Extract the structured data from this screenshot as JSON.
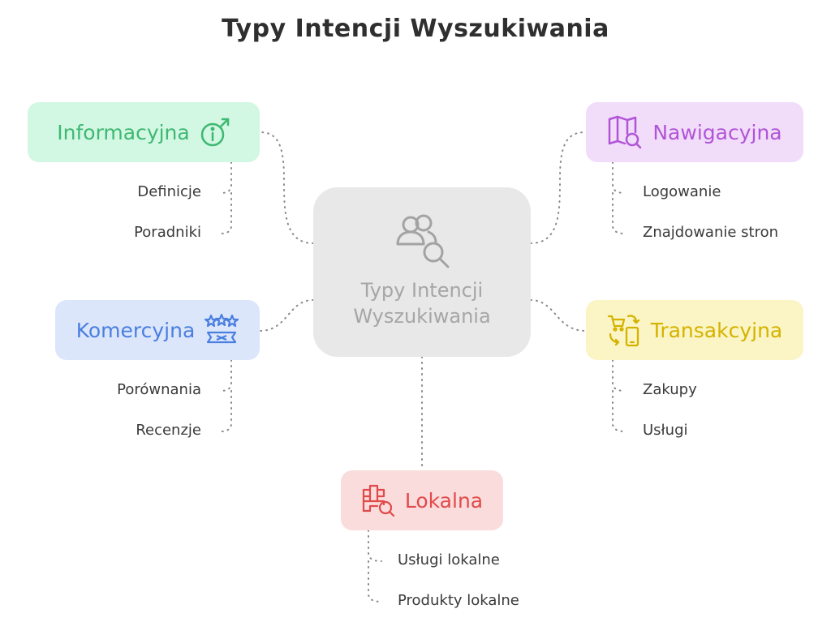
{
  "title": "Typy Intencji Wyszukiwania",
  "center": {
    "label_line1": "Typy Intencji",
    "label_line2": "Wyszukiwania",
    "icon": "people-search-icon"
  },
  "branches": {
    "informacyjna": {
      "label": "Informacyjna",
      "icon": "info-pointer-icon",
      "color": "#3fb871",
      "bg": "#d2f7e3",
      "items": [
        "Definicje",
        "Poradniki"
      ]
    },
    "nawigacyjna": {
      "label": "Nawigacyjna",
      "icon": "map-search-icon",
      "color": "#b155d6",
      "bg": "#f1dcfa",
      "items": [
        "Logowanie",
        "Znajdowanie stron"
      ]
    },
    "komercyjna": {
      "label": "Komercyjna",
      "icon": "stars-badge-icon",
      "color": "#4a7fe0",
      "bg": "#dce6fb",
      "items": [
        "Porównania",
        "Recenzje"
      ]
    },
    "transakcyjna": {
      "label": "Transakcyjna",
      "icon": "cart-phone-icon",
      "color": "#d4b300",
      "bg": "#fbf4c4",
      "items": [
        "Zakupy",
        "Usługi"
      ]
    },
    "lokalna": {
      "label": "Lokalna",
      "icon": "local-search-icon",
      "color": "#e14a4a",
      "bg": "#fadcdc",
      "items": [
        "Usługi lokalne",
        "Produkty lokalne"
      ]
    }
  }
}
